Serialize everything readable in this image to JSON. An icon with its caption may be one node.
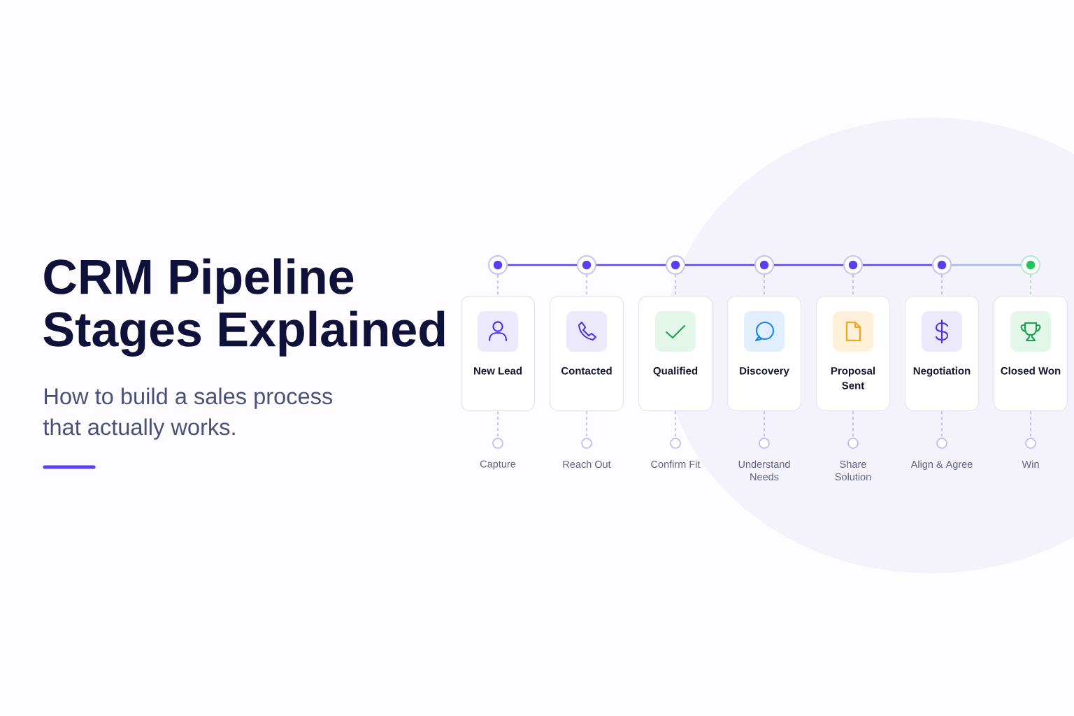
{
  "diagram": {
    "title": "CRM Pipeline Stages Explained",
    "nodes": [
      {
        "text": [],
        "shape": "circle"
      },
      {
        "text": [],
        "shape": "circle"
      },
      {
        "text": [],
        "shape": "circle"
      },
      {
        "text": [],
        "shape": "circle"
      },
      {
        "text": [],
        "shape": "circle"
      },
      {
        "text": [],
        "shape": "circle"
      },
      {
        "text": [],
        "shape": "circle"
      },
      {
        "text": [
          "New Lead"
        ]
      },
      {
        "text": [
          "Contacted"
        ]
      },
      {
        "text": [
          "Qualified"
        ]
      },
      {
        "text": [
          "Discovery"
        ]
      },
      {
        "text": [
          "Proposal Sent"
        ]
      },
      {
        "text": [
          "Negotiation"
        ]
      },
      {
        "text": [
          "Closed Won"
        ]
      },
      {
        "text": [],
        "shape": "circle",
        "beside": [
          "Capture"
        ]
      },
      {
        "text": [],
        "shape": "circle",
        "beside": [
          "Reach Out"
        ]
      },
      {
        "text": [],
        "shape": "circle",
        "beside": [
          "Confirm Fit"
        ]
      },
      {
        "text": [],
        "shape": "circle",
        "beside": [
          "Understand Needs"
        ]
      },
      {
        "text": [],
        "shape": "circle",
        "beside": [
          "Share Solution"
        ]
      },
      {
        "text": [],
        "shape": "circle",
        "beside": [
          "Align & Agree"
        ]
      },
      {
        "text": [],
        "shape": "circle",
        "beside": [
          "Win"
        ]
      }
    ],
    "edges": [
      {
        "from": 0,
        "to": 1,
        "arrow": "none",
        "color": "#5b45f0"
      },
      {
        "from": 1,
        "to": 2,
        "arrow": "none",
        "color": "#5b45f0"
      },
      {
        "from": 2,
        "to": 3,
        "arrow": "none",
        "color": "#5b45f0"
      },
      {
        "from": 3,
        "to": 4,
        "arrow": "none",
        "color": "#5b45f0"
      },
      {
        "from": 4,
        "to": 5,
        "arrow": "none",
        "color": "#5b45f0"
      },
      {
        "from": 5,
        "to": 6,
        "arrow": "none",
        "color": "#9fbcf0"
      },
      {
        "from": 0,
        "to": 7,
        "arrow": "none",
        "style": "dashed"
      },
      {
        "from": 7,
        "to": 14,
        "arrow": "none",
        "style": "dashed"
      },
      {
        "from": 1,
        "to": 8,
        "arrow": "none",
        "style": "dashed"
      },
      {
        "from": 8,
        "to": 15,
        "arrow": "none",
        "style": "dashed"
      },
      {
        "from": 2,
        "to": 9,
        "arrow": "none",
        "style": "dashed"
      },
      {
        "from": 9,
        "to": 16,
        "arrow": "none",
        "style": "dashed"
      },
      {
        "from": 3,
        "to": 10,
        "arrow": "none",
        "style": "dashed"
      },
      {
        "from": 10,
        "to": 17,
        "arrow": "none",
        "style": "dashed"
      },
      {
        "from": 4,
        "to": 11,
        "arrow": "none",
        "style": "dashed"
      },
      {
        "from": 11,
        "to": 18,
        "arrow": "none",
        "style": "dashed"
      },
      {
        "from": 5,
        "to": 12,
        "arrow": "none",
        "style": "dashed"
      },
      {
        "from": 12,
        "to": 19,
        "arrow": "none",
        "style": "dashed"
      },
      {
        "from": 6,
        "to": 13,
        "arrow": "none",
        "style": "dashed",
        "color": "#8bd9ad"
      },
      {
        "from": 13,
        "to": 20,
        "arrow": "none",
        "style": "dashed"
      }
    ],
    "labels": [
      "How to build a sales process that actually works."
    ]
  }
}
